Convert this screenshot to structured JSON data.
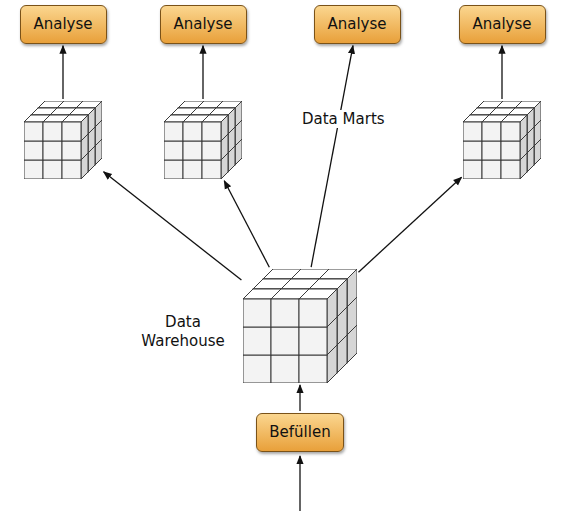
{
  "diagram": {
    "nodes": [
      {
        "text": [
          "Analyse"
        ]
      },
      {
        "text": [
          "Analyse"
        ]
      },
      {
        "text": [
          "Analyse"
        ]
      },
      {
        "text": [
          "Analyse"
        ]
      },
      {
        "text": []
      },
      {
        "text": []
      },
      {
        "text": []
      },
      {
        "text": [
          "Data Warehouse"
        ]
      },
      {
        "text": [
          "Befüllen"
        ]
      }
    ],
    "edges": [
      {
        "from": 7,
        "to": 4,
        "arrow": "to"
      },
      {
        "from": 7,
        "to": 5,
        "arrow": "to"
      },
      {
        "from": 7,
        "to": 2,
        "arrow": "to"
      },
      {
        "from": 7,
        "to": 6,
        "arrow": "to"
      },
      {
        "from": 4,
        "to": 0,
        "arrow": "to"
      },
      {
        "from": 5,
        "to": 1,
        "arrow": "to"
      },
      {
        "from": 6,
        "to": 3,
        "arrow": "to"
      },
      {
        "from": 8,
        "to": 7,
        "arrow": "to"
      }
    ],
    "labels": [
      "Data Marts"
    ]
  }
}
